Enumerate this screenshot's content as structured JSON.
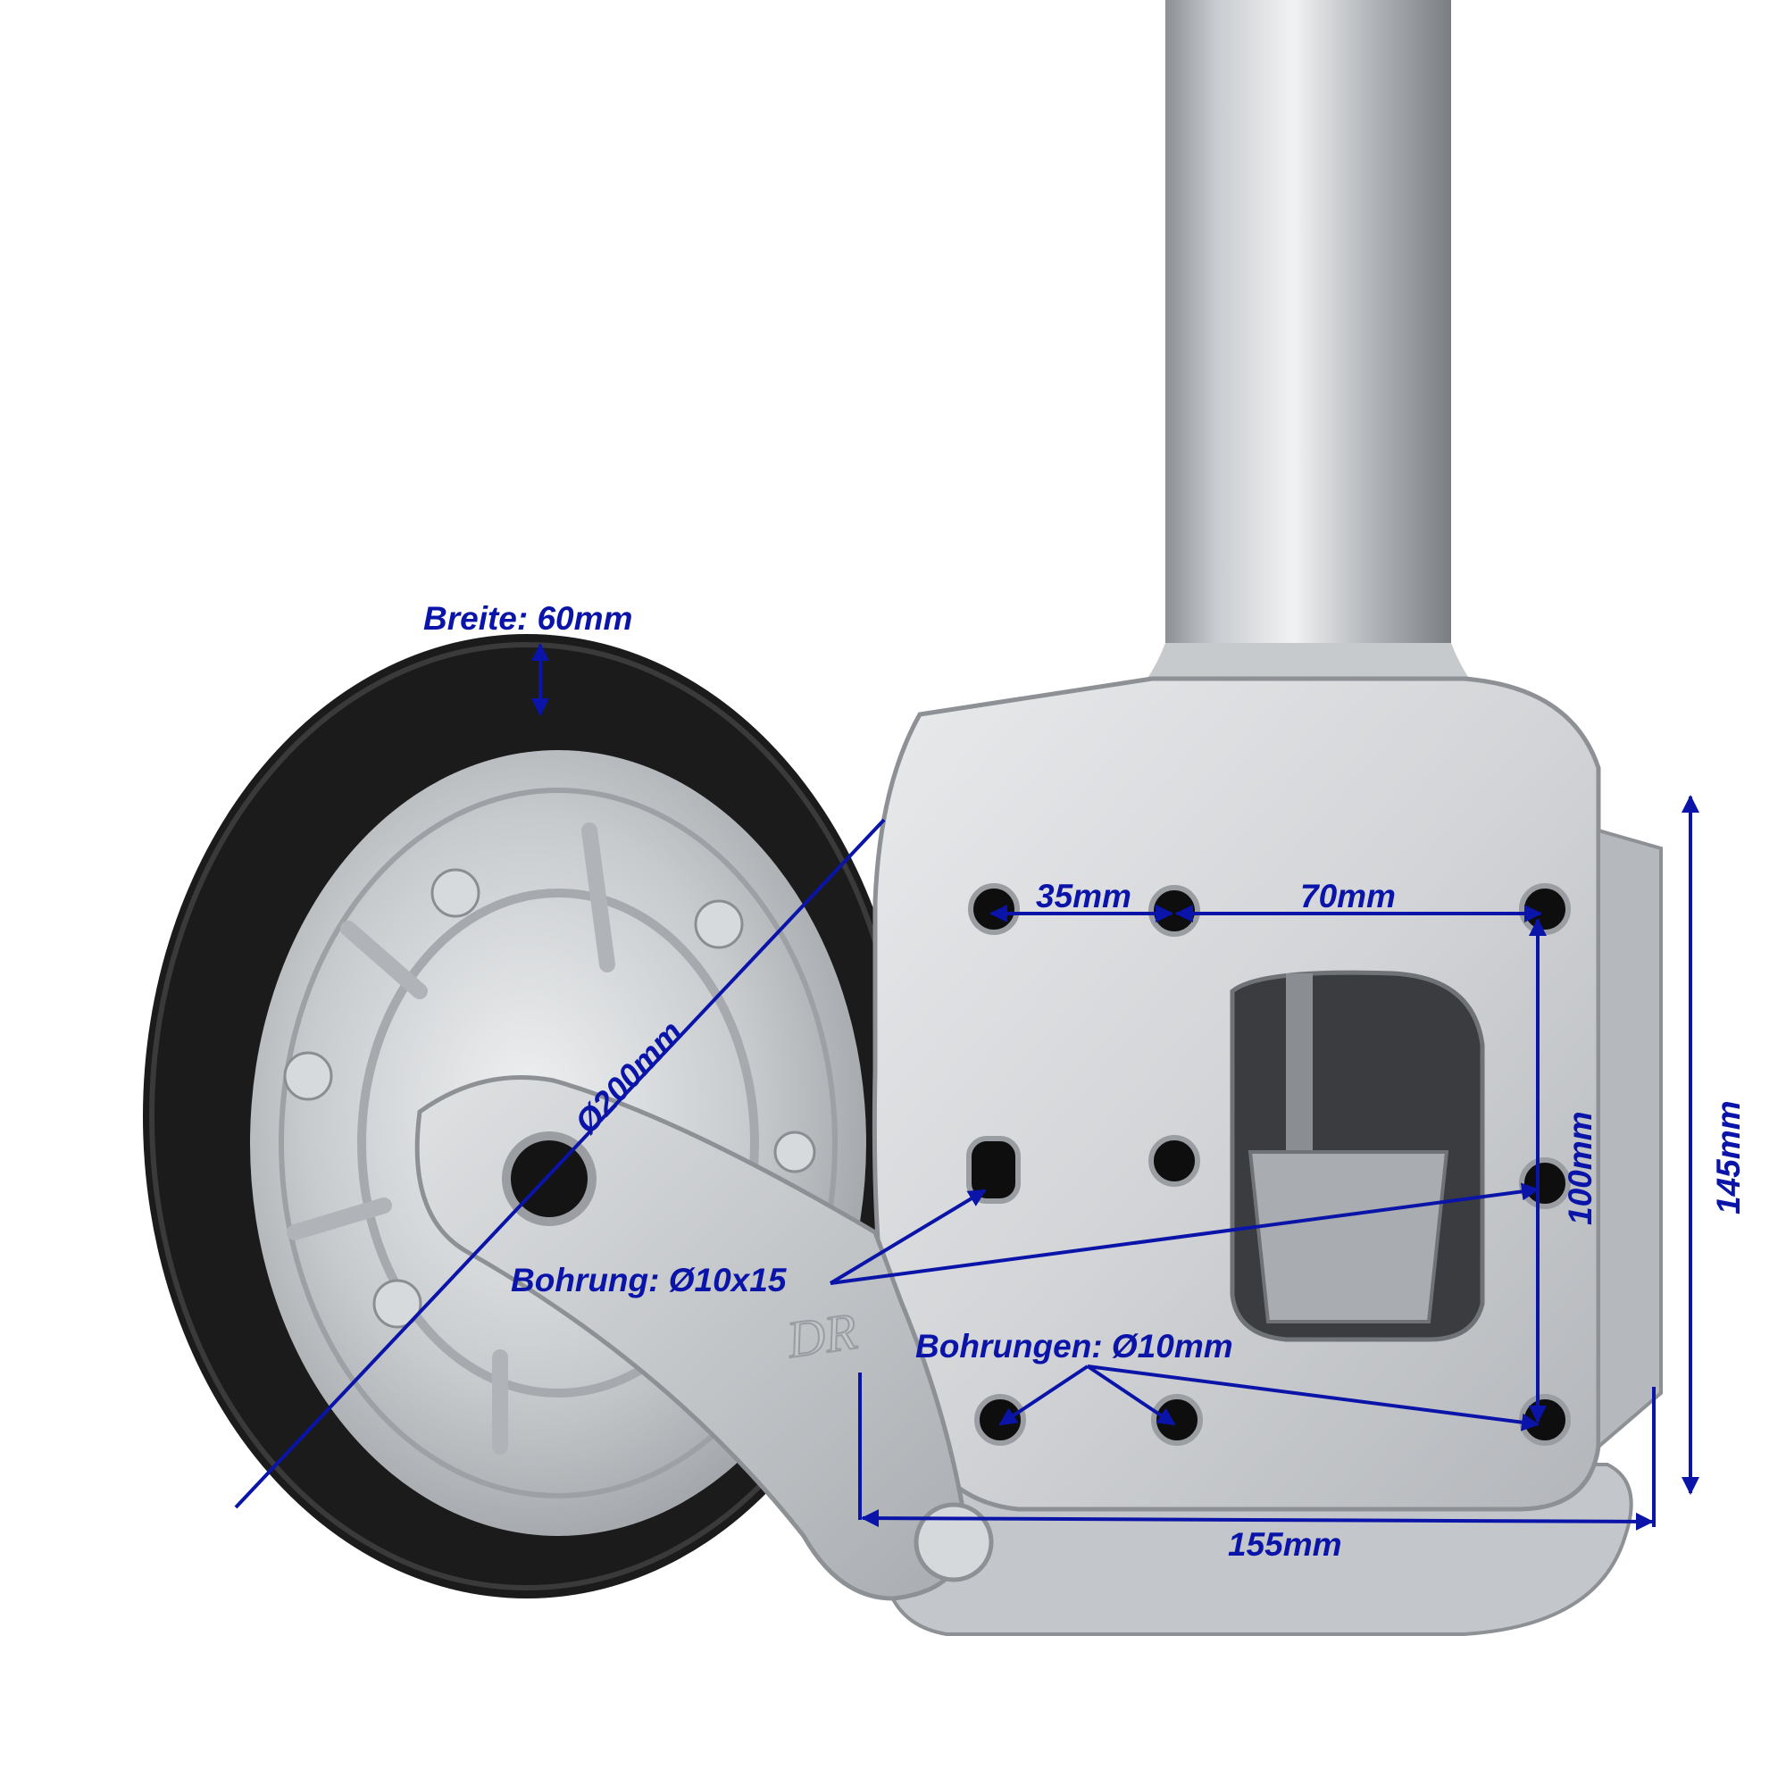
{
  "colors": {
    "annotation": "#0a14a8",
    "metal_light": "#e4e6e8",
    "metal_mid": "#b9bcc0",
    "metal_dark": "#7e8286",
    "tire": "#1b1b1c",
    "hole": "#0e0e0e",
    "background": "#ffffff"
  },
  "annotations": {
    "width": "Breite: 60mm",
    "diameter": "Ø200mm",
    "spacing_35": "35mm",
    "spacing_70": "70mm",
    "spacing_100": "100mm",
    "height_145": "145mm",
    "width_155": "155mm",
    "slot_hole": "Bohrung: Ø10x15",
    "round_holes": "Bohrungen: Ø10mm"
  },
  "embossed": {
    "logo": "DR"
  }
}
